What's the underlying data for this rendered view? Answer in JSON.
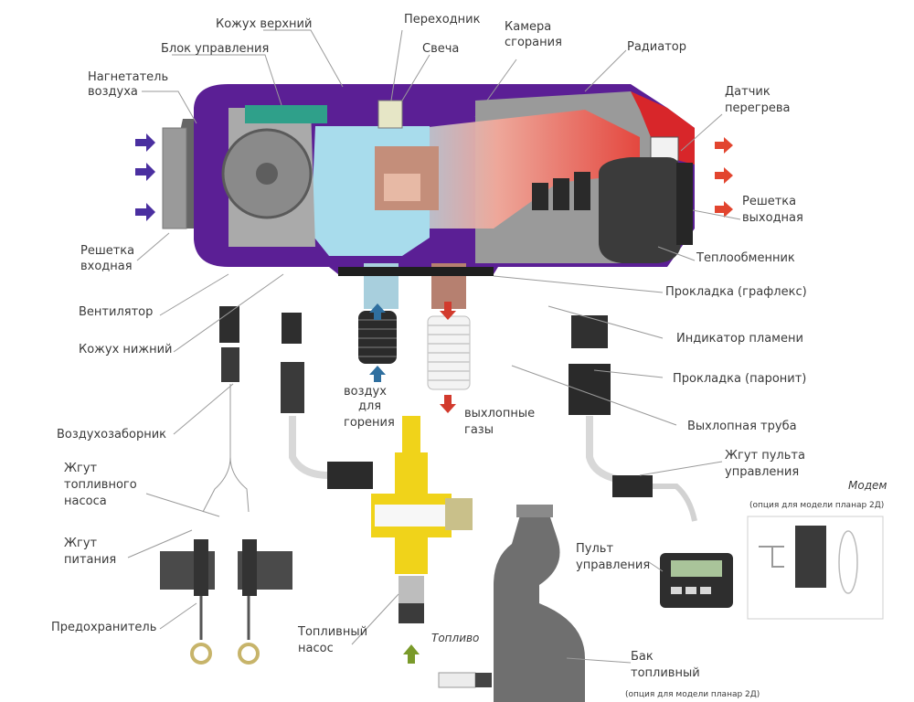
{
  "labels": {
    "kozhukh_verkhniy": "Кожух верхний",
    "blok_upravleniya": "Блок управления",
    "nagnetatel_line1": "Нагнетатель",
    "nagnetatel_line2": "воздуха",
    "perekhodnik": "Переходник",
    "svecha": "Свеча",
    "kamera_line1": "Камера",
    "kamera_line2": "сгорания",
    "radiator": "Радиатор",
    "datchik_line1": "Датчик",
    "datchik_line2": "перегрева",
    "reshetka_vykhod_line1": "Решетка",
    "reshetka_vykhod_line2": "выходная",
    "reshetka_vkhod_line1": "Решетка",
    "reshetka_vkhod_line2": "входная",
    "teploobmennik": "Теплообменник",
    "ventilyator": "Вентилятор",
    "prokladka_grafleks": "Прокладка (графлекс)",
    "kozhukh_nizhniy": "Кожух нижний",
    "indikator_plameni": "Индикатор пламени",
    "prokladka_paronit": "Прокладка (паронит)",
    "vozdukh_line1": "воздух",
    "vozdukh_line2": "для",
    "vozdukh_line3": "горения",
    "vykhlopnye_line1": "выхлопные",
    "vykhlopnye_line2": "газы",
    "vozdukhozabornik": "Воздухозаборник",
    "vykhlopnaya_truba": "Выхлопная труба",
    "zhgut_pulta_line1": "Жгут пульта",
    "zhgut_pulta_line2": "управления",
    "zhgut_toplivnogo_line1": "Жгут",
    "zhgut_toplivnogo_line2": "топливного",
    "zhgut_toplivnogo_line3": "насоса",
    "modem": "Модем",
    "modem_note": "(опция для модели планар 2Д)",
    "zhgut_pitaniya_line1": "Жгут",
    "zhgut_pitaniya_line2": "питания",
    "pult_line1": "Пульт",
    "pult_line2": "управления",
    "predokhranitel": "Предохранитель",
    "toplivny_nasos_line1": "Топливный",
    "toplivny_nasos_line2": "насос",
    "toplivo": "Топливо",
    "bak_line1": "Бак",
    "bak_line2": "топливный",
    "bak_note": "(опция для модели планар 2Д)"
  },
  "colors": {
    "housing_purple": "#5b1f95",
    "chamber_blue": "#a8dcec",
    "hot_red": "#e84a3c",
    "radiator_red": "#d8262a",
    "grey_body": "#8c8c8c",
    "intake_arrow": "#4a2fa0",
    "outlet_arrow": "#e2452f",
    "fuel_yellow": "#f0d31a"
  },
  "icons": {
    "intake": "arrow-right-icon",
    "outlet": "arrow-right-icon",
    "air_up": "arrow-up-icon",
    "exhaust_down": "arrow-down-icon",
    "fuel_up": "arrow-up-icon"
  }
}
